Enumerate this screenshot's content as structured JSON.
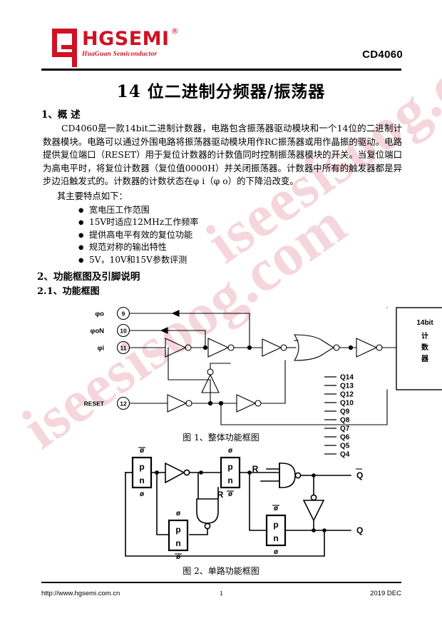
{
  "header": {
    "logo_name": "HGSEMI",
    "logo_registered": "®",
    "logo_sub": "HuaGuan Semiconductor",
    "part_number": "CD4060"
  },
  "watermark": {
    "line1": "iseesisoog.com",
    "line2": "iseesisoog.com"
  },
  "document": {
    "title": "14 位二进制分频器/振荡器",
    "section1_heading": "1、概  述",
    "overview_paragraph": "CD4060是一款14bit二进制计数器，电路包含振荡器驱动模块和一个14位的二进制计数器模块。电路可以通过外围电路将振荡器驱动模块用作RC振荡器或用作晶振的驱动。电路提供复位端口（RESET）用于复位计数器的计数值同时控制振荡器模块的开关。当复位端口为高电平时，将复位计数器（复位值0000H）并关闭振荡器。计数器中所有的触发器都是异步边沿触发式的。计数器的计数状态在φ i（φ o）的下降沿改变。",
    "features_intro": "其主要特点如下：",
    "features": [
      "宽电压工作范围",
      "15V时适应12MHz工作频率",
      "提供高电平有效的复位功能",
      "规范对称的输出特性",
      "5V，10V和15V参数评测"
    ],
    "section2_heading": "2、功能框图及引脚说明",
    "section2_1_heading": "2.1、功能框图",
    "figure1_caption": "图 1、整体功能框图",
    "figure2_caption": "图 2、单路功能框图"
  },
  "figure1": {
    "inputs": [
      {
        "label": "φo",
        "pin": "9"
      },
      {
        "label": "φoN",
        "pin": "10"
      },
      {
        "label": "φi",
        "pin": "11"
      }
    ],
    "reset_label": "RESET",
    "reset_pin": "12",
    "counter_block": {
      "line1": "14bit",
      "line2": "计",
      "line3": "数",
      "line4": "器"
    },
    "outputs": [
      "Q14",
      "Q13",
      "Q12",
      "Q10",
      "Q9",
      "Q8",
      "Q7",
      "Q6",
      "Q5",
      "Q4"
    ]
  },
  "figure2": {
    "gate_p": "p",
    "gate_n": "n",
    "phi": "ø",
    "reset_input": "R",
    "output_q": "Q",
    "output_qbar": "Q"
  },
  "footer": {
    "url": "http://www.hgsemi.com.cn",
    "page": "1",
    "date": "2019 DEC"
  }
}
